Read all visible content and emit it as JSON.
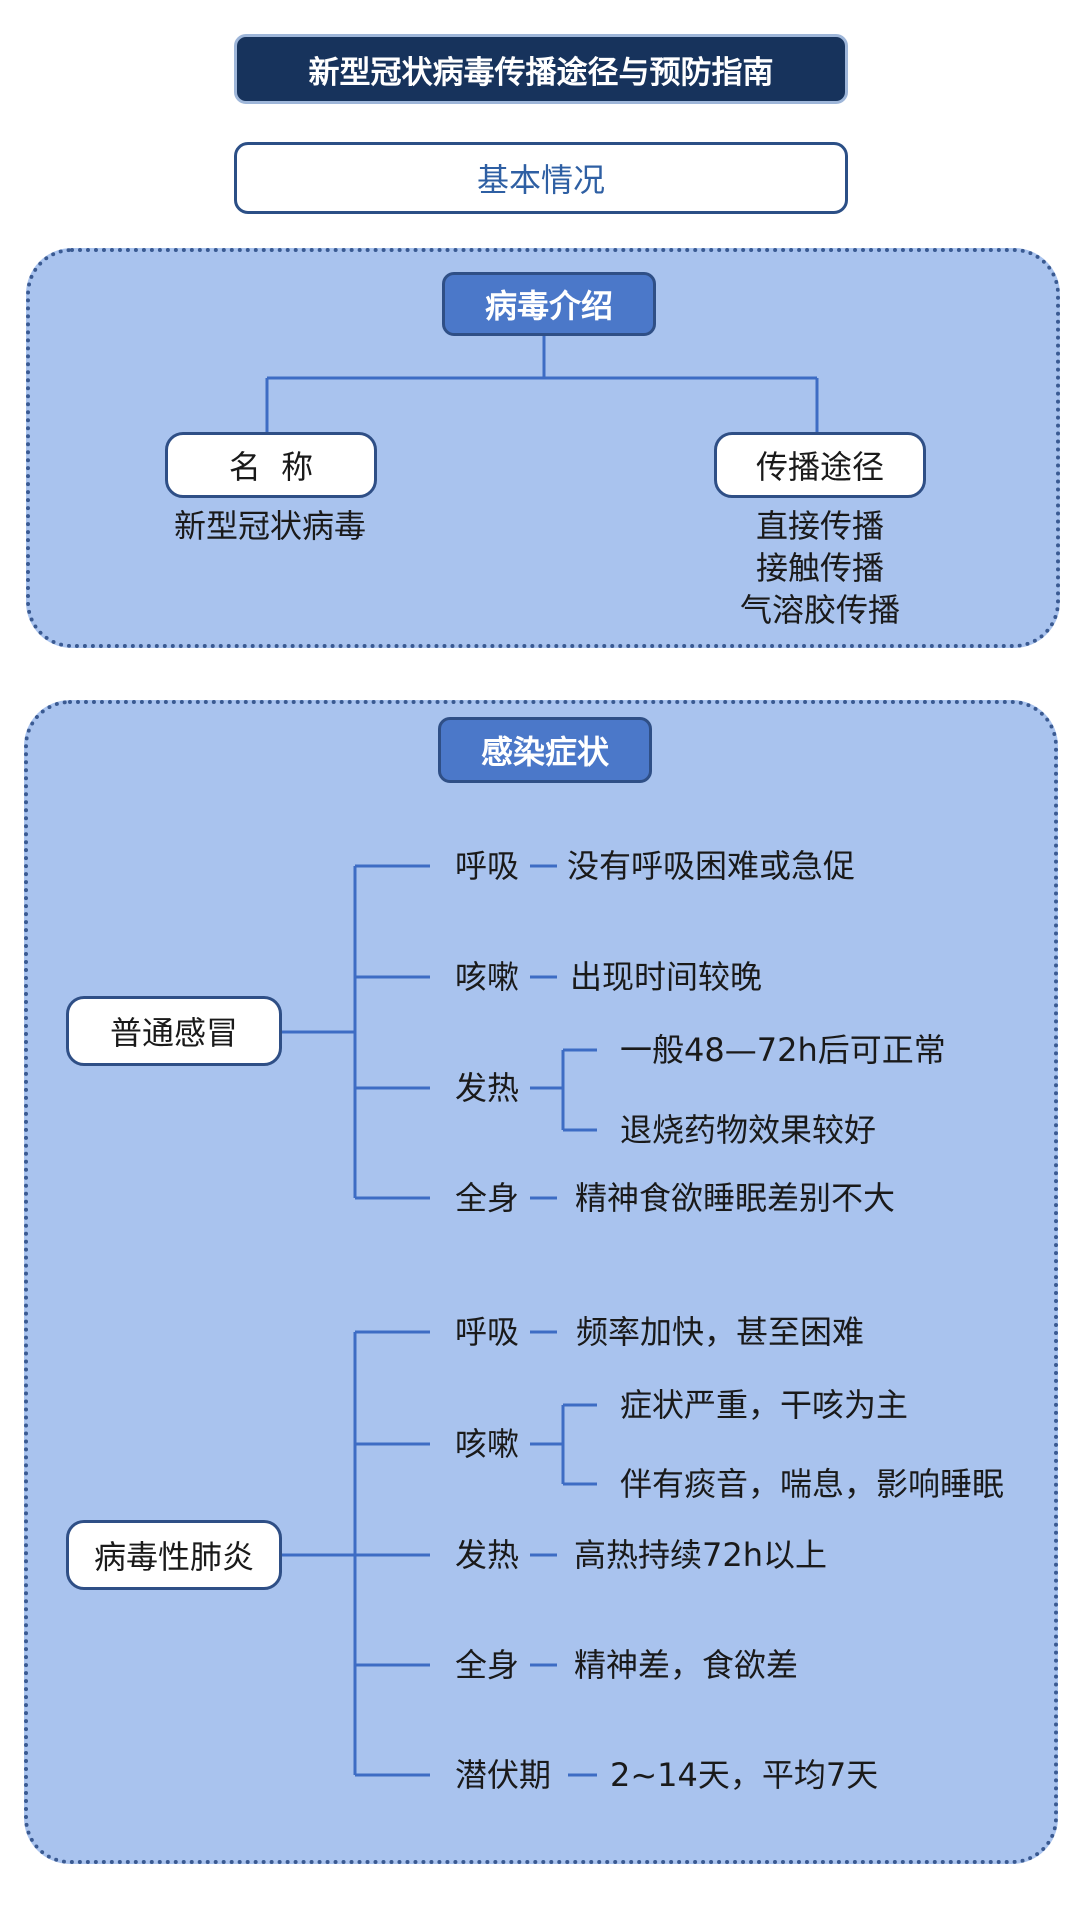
{
  "title": "新型冠状病毒传播途径与预防指南",
  "subtitle": "基本情况",
  "virus_intro": {
    "header": "病毒介绍",
    "name_label": "名  称",
    "name_value": "新型冠状病毒",
    "route_label": "传播途径",
    "routes": [
      "直接传播",
      "接触传播",
      "气溶胶传播"
    ]
  },
  "symptoms": {
    "header": "感染症状",
    "cold": {
      "label": "普通感冒",
      "items": [
        {
          "key": "呼吸",
          "value": "没有呼吸困难或急促"
        },
        {
          "key": "咳嗽",
          "value": "出现时间较晚"
        },
        {
          "key": "发热",
          "values": [
            "一般48—72h后可正常",
            "退烧药物效果较好"
          ]
        },
        {
          "key": "全身",
          "value": "精神食欲睡眠差别不大"
        }
      ]
    },
    "pneumonia": {
      "label": "病毒性肺炎",
      "items": [
        {
          "key": "呼吸",
          "value": "频率加快，甚至困难"
        },
        {
          "key": "咳嗽",
          "values": [
            "症状严重，干咳为主",
            "伴有痰音，喘息，影响睡眠"
          ]
        },
        {
          "key": "发热",
          "value": "高热持续72h以上"
        },
        {
          "key": "全身",
          "value": "精神差，食欲差"
        },
        {
          "key": "潜伏期",
          "value": "2~14天，平均7天"
        }
      ]
    }
  },
  "colors": {
    "title_bg": "#17335c",
    "panel_bg": "#a9c3ee",
    "header_bg": "#4b78c9",
    "line": "#3d6cc4",
    "accent_text": "#2e5fa3"
  }
}
